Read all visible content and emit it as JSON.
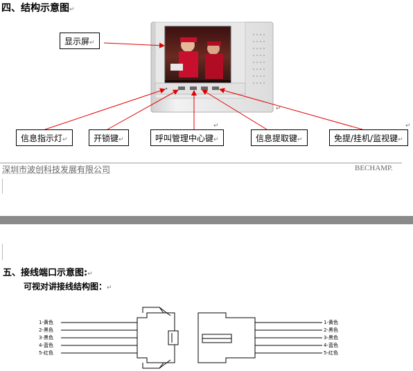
{
  "section4": {
    "title": "四、结构示意图"
  },
  "labels": {
    "display": "显示屏",
    "indicator": "信息指示灯",
    "unlock": "开锁键",
    "call_center": "呼叫管理中心键",
    "info_fetch": "信息提取键",
    "handsfree": "免提/挂机/监视键"
  },
  "footer": {
    "company": "深圳市波创科技发展有限公司",
    "brand": "BECHAMP."
  },
  "section5": {
    "title": "五、接线端口示意图:",
    "subtitle": "可视对讲接线结构图："
  },
  "wires_left": [
    "1-黄色",
    "2-黑色",
    "3-黑色",
    "4-蓝色",
    "5-红色"
  ],
  "wires_right": [
    "1-黄色",
    "2-黑色",
    "3-黑色",
    "4-蓝色",
    "5-红色"
  ],
  "colors": {
    "arrow": "#e00000",
    "footer_text": "#666666",
    "page_gap": "#8a8a8a"
  }
}
